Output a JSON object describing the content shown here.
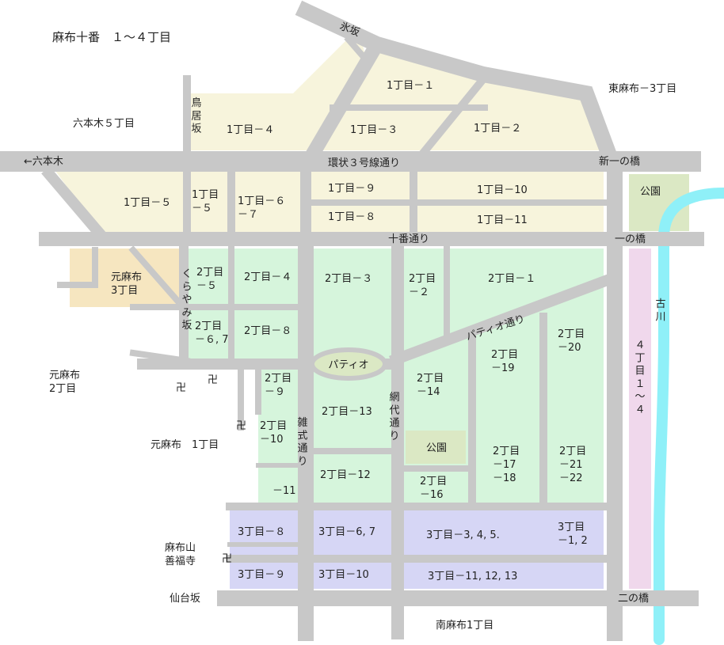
{
  "title": "麻布十番　１～４丁目",
  "colors": {
    "road": "#c8c8c8",
    "chome1": "#f7f4dc",
    "chome2": "#d6f5dc",
    "chome3": "#d6d6f5",
    "motoazabu3": "#f6e6c0",
    "park": "#dbe8c4",
    "strip4": "#f0d8ec",
    "river": "#8ff0f8"
  },
  "places": {
    "hikawa_zaka": "氷坂",
    "higashi_azabu": "東麻布－3丁目",
    "roppongi5": "六本木５丁目",
    "torii_zaka": "鳥居坂",
    "roppongi_arrow": "←六本木",
    "kanjo3": "環状３号線通り",
    "shin_ichinohashi": "新一の橋",
    "park_top": "公園",
    "juban_dori": "十番通り",
    "ichinohashi": "一の橋",
    "motoazabu3": "元麻布\n3丁目",
    "kurayami_zaka": "くらやみ坂",
    "furukawa": "古川",
    "patio_dori": "パティオ通り",
    "patio": "パティオ",
    "motoazabu2": "元麻布\n2丁目",
    "amishiro_dori": "網代通り",
    "zoshiki_dori": "雑式通り",
    "park_mid": "公園",
    "motoazabu1": "元麻布　1丁目",
    "zenpukuji": "麻布山\n善福寺",
    "sendai_zaka": "仙台坂",
    "ninohashi": "二の橋",
    "minami_azabu": "南麻布1丁目",
    "strip4": "４丁目１～４",
    "temple_mark": "卍"
  },
  "blocks": {
    "c1_1": "1丁目－１",
    "c1_2": "1丁目－２",
    "c1_3": "1丁目－３",
    "c1_4": "1丁目－４",
    "c1_5": "1丁目－５",
    "c1_5b": "1丁目\n－５",
    "c1_67": "1丁目－６\n－７",
    "c1_9": "1丁目－９",
    "c1_10": "1丁目－10",
    "c1_8": "1丁目－８",
    "c1_11": "1丁目－11",
    "c2_5": "2丁目\n－５",
    "c2_4": "2丁目－４",
    "c2_3": "2丁目－３",
    "c2_2": "2丁目\n－２",
    "c2_1": "2丁目－１",
    "c2_67": "2丁目\n－６, 7",
    "c2_8": "2丁目－８",
    "c2_19": "2丁目\n－19",
    "c2_20": "2丁目\n－20",
    "c2_9": "2丁目\n－９",
    "c2_14": "2丁目\n－14",
    "c2_13": "2丁目－13",
    "c2_10": "2丁目\n－10",
    "c2_11": "－11",
    "c2_12": "2丁目－12",
    "c2_16": "2丁目\n－16",
    "c2_1718": "2丁目\n－17\n－18",
    "c2_2122": "2丁目\n－21\n－22",
    "c3_8": "3丁目－８",
    "c3_67": "3丁目－6, 7",
    "c3_345": "3丁目－3, 4, 5.",
    "c3_12": "3丁目\n－1, 2",
    "c3_9": "3丁目－９",
    "c3_10": "3丁目－10",
    "c3_111213": "3丁目－11, 12, 13"
  }
}
